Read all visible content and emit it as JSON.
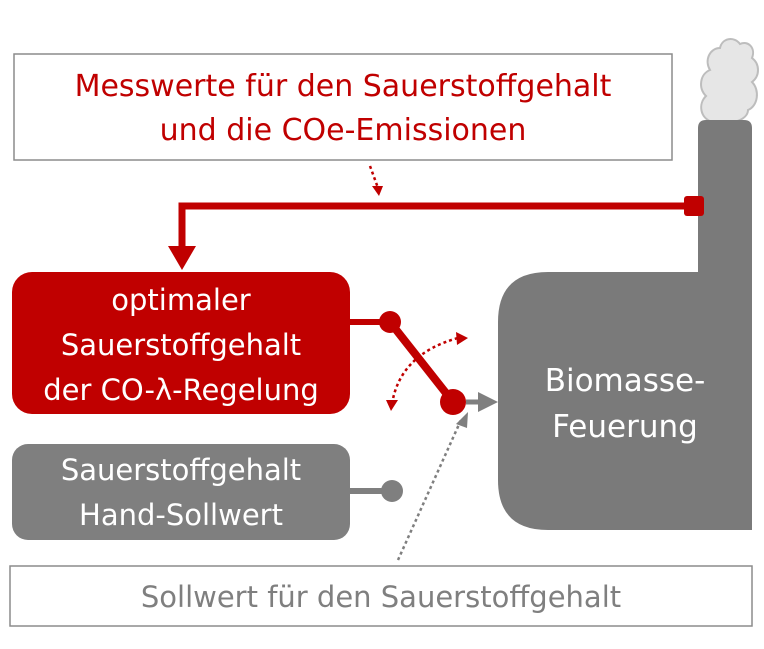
{
  "colors": {
    "red": "#c00000",
    "gray": "#7f7f7f",
    "dark_gray": "#7a7a7a",
    "smoke": "#d6d6d6",
    "text_gray": "#7f7f7f",
    "white": "#ffffff"
  },
  "labels": {
    "measurement_line1": "Messwerte für den Sauerstoffgehalt",
    "measurement_line2": "und die COe-Emissionen",
    "optimal_line1": "optimaler",
    "optimal_line2": "Sauerstoffgehalt",
    "optimal_line3": "der CO-λ-Regelung",
    "manual_line1": "Sauerstoffgehalt",
    "manual_line2": "Hand-Sollwert",
    "furnace_line1": "Biomasse-",
    "furnace_line2": "Feuerung",
    "setpoint": "Sollwert für den Sauerstoffgehalt"
  },
  "icons": {
    "smoke": "smoke-cloud-icon",
    "switch": "toggle-switch-icon"
  }
}
